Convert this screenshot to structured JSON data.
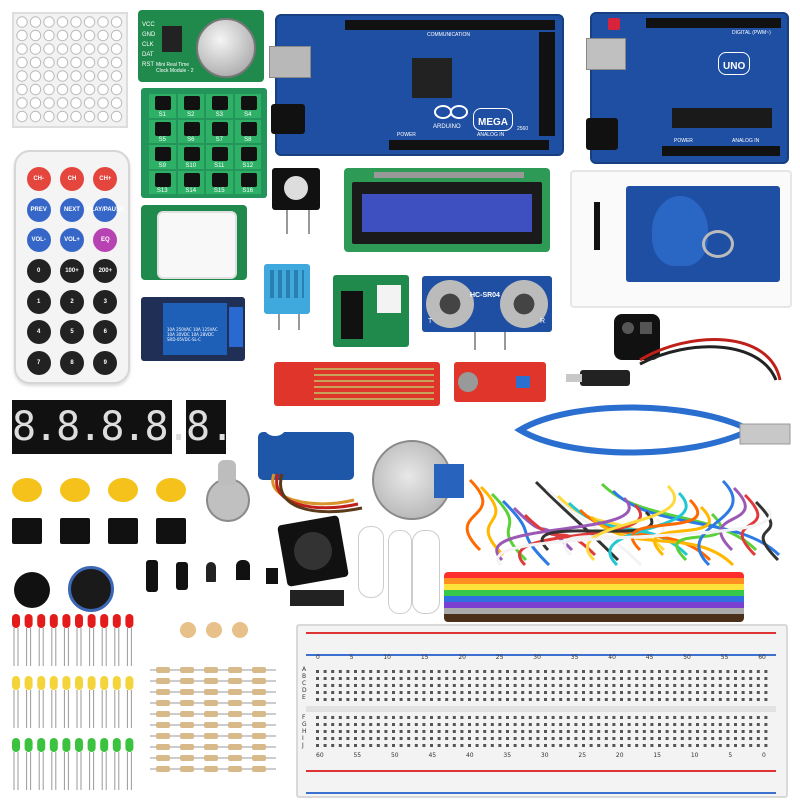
{
  "colors": {
    "board_blue": "#1f4fa3",
    "pcb_green": "#1f8a4c",
    "relay_blue": "#1e5fb8",
    "sensor_red": "#e0352b",
    "lcd_blue": "#3e4fc0",
    "button_yellow": "#f4c21a"
  },
  "mega": {
    "brand": "ARDUINO",
    "model": "MEGA",
    "year": "2560",
    "header_top": "COMMUNICATION",
    "header_bottom": "ANALOG IN",
    "power": "POWER"
  },
  "uno": {
    "model": "UNO",
    "digital": "DIGITAL (PWM~)",
    "analog": "ANALOG IN",
    "power": "POWER"
  },
  "rtc": {
    "pins": [
      "VCC",
      "GND",
      "CLK",
      "DAT",
      "RST"
    ],
    "caption_line1": "Mini Real Time",
    "caption_line2": "Clock Module - 2"
  },
  "keypad": {
    "keys": [
      "S1",
      "S2",
      "S3",
      "S4",
      "S5",
      "S6",
      "S7",
      "S8",
      "S9",
      "S10",
      "S11",
      "S12",
      "S13",
      "S14",
      "S15",
      "S16"
    ]
  },
  "remote": {
    "buttons": [
      "CH-",
      "CH",
      "CH+",
      "PREV",
      "NEXT",
      "PLAY/PAUSE",
      "VOL-",
      "VOL+",
      "EQ",
      "0",
      "100+",
      "200+",
      "1",
      "2",
      "3",
      "4",
      "5",
      "6",
      "7",
      "8",
      "9"
    ]
  },
  "relay": {
    "line1": "10A 250VAC  10A 125VAC",
    "line2": "10A 30VDC   10A 28VDC",
    "model": "SRD-05VDC-SL-C"
  },
  "ultrasonic": {
    "model": "HC-SR04",
    "left": "T",
    "right": "R"
  },
  "seven_seg": {
    "quad": "8.8.8.8.",
    "single": "8."
  },
  "breadboard": {
    "top_numbers": [
      "0",
      "5",
      "10",
      "15",
      "20",
      "25",
      "30",
      "35",
      "40",
      "45",
      "50",
      "55",
      "60"
    ],
    "bottom_numbers": [
      "60",
      "55",
      "50",
      "45",
      "40",
      "35",
      "30",
      "25",
      "20",
      "15",
      "10",
      "5",
      "0"
    ],
    "rows_top": [
      "A",
      "B",
      "C",
      "D",
      "E"
    ],
    "rows_bottom": [
      "F",
      "G",
      "H",
      "I",
      "J"
    ]
  }
}
